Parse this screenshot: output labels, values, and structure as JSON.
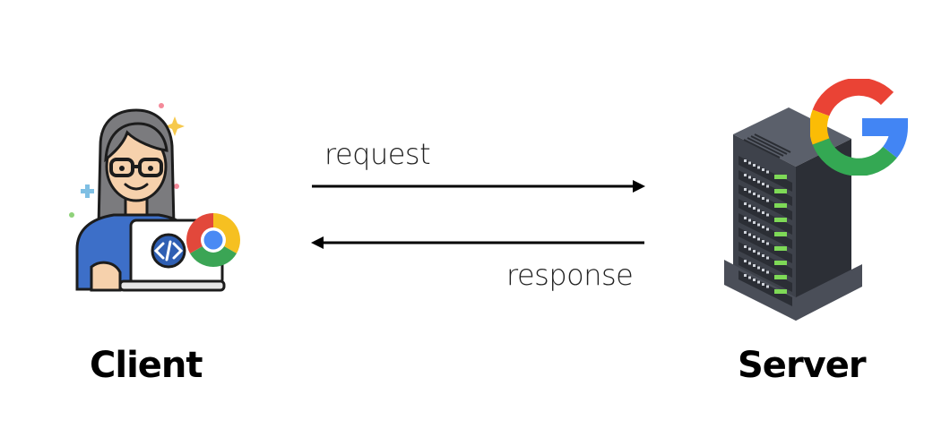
{
  "client": {
    "label": "Client"
  },
  "server": {
    "label": "Server"
  },
  "request": {
    "label": "request"
  },
  "response": {
    "label": "response"
  },
  "icons": {
    "client": "developer-woman-icon",
    "browser": "chrome-icon",
    "code": "code-brackets-icon",
    "server": "server-rack-icon",
    "brand": "google-g-icon"
  },
  "colors": {
    "google_red": "#EA4335",
    "google_yellow": "#FBBC05",
    "google_green": "#34A853",
    "google_blue": "#4285F4",
    "server_dark": "#3b3f48",
    "led_green": "#7ed957"
  }
}
